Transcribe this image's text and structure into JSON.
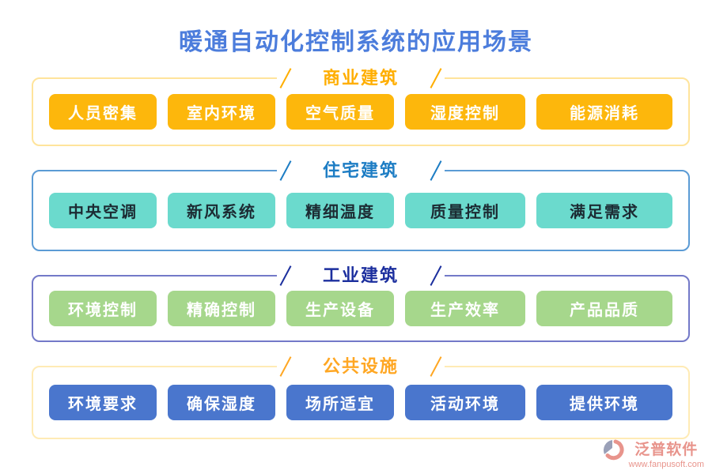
{
  "page": {
    "title": "暖通自动化控制系统的应用场景",
    "title_color": "#4c7ddc"
  },
  "sections": [
    {
      "name": "commercial-buildings",
      "label": "商业建筑",
      "header_color": "#ffae00",
      "border_color": "#ffe49b",
      "button_bg": "#fdb70c",
      "button_text_color": "#ffffff",
      "items": [
        "人员密集",
        "室内环境",
        "空气质量",
        "湿度控制",
        "能源消耗"
      ]
    },
    {
      "name": "residential-buildings",
      "label": "住宅建筑",
      "header_color": "#1d7dc4",
      "border_color": "#5b9bd5",
      "button_bg": "#6bdacd",
      "button_text_color": "#1c2b33",
      "items": [
        "中央空调",
        "新风系统",
        "精细温度",
        "质量控制",
        "满足需求"
      ]
    },
    {
      "name": "industrial-buildings",
      "label": "工业建筑",
      "header_color": "#1c2f9e",
      "border_color": "#7379c8",
      "button_bg": "#a6d78c",
      "button_text_color": "#ffffff",
      "items": [
        "环境控制",
        "精确控制",
        "生产设备",
        "生产效率",
        "产品品质"
      ]
    },
    {
      "name": "public-facilities",
      "label": "公共设施",
      "header_color": "#ffa723",
      "border_color": "#ffebb5",
      "button_bg": "#4a76cd",
      "button_text_color": "#ffffff",
      "items": [
        "环境要求",
        "确保湿度",
        "场所适宜",
        "活动环境",
        "提供环境"
      ]
    }
  ],
  "watermark": {
    "brand": "泛普软件",
    "url": "www.fanpusoft.com",
    "color": "#e8948c",
    "logo_icon": "fanpu-logo-icon"
  }
}
